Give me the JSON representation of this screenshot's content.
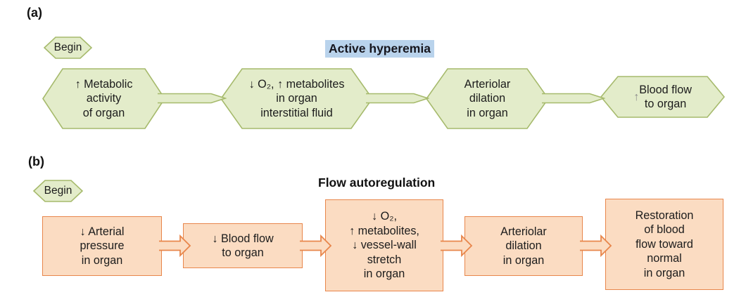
{
  "section_a": {
    "label": "(a)",
    "title": "Active hyperemia",
    "begin_label": "Begin",
    "steps": [
      {
        "text": "↑ Metabolic\nactivity\nof organ"
      },
      {
        "text": "↓ O₂, ↑ metabolites\nin organ\ninterstitial fluid"
      },
      {
        "text": "Arteriolar\ndilation\nin organ"
      },
      {
        "arrow": "↑",
        "text": " Blood flow\nto organ"
      }
    ],
    "colors": {
      "node_fill": "#e3ecca",
      "node_border": "#a6ba6c",
      "title_highlight": "#b9d3ec"
    }
  },
  "section_b": {
    "label": "(b)",
    "title": "Flow autoregulation",
    "begin_label": "Begin",
    "steps": [
      {
        "text": "↓ Arterial\npressure\nin organ"
      },
      {
        "text": "↓ Blood flow\nto organ"
      },
      {
        "text": "↓ O₂,\n↑ metabolites,\n↓ vessel-wall\nstretch\nin organ"
      },
      {
        "text": "Arteriolar\ndilation\nin organ"
      },
      {
        "text": "Restoration\nof blood\nflow toward\nnormal\nin organ"
      }
    ],
    "colors": {
      "node_fill": "#fbdcc2",
      "node_border": "#e8864b"
    }
  }
}
